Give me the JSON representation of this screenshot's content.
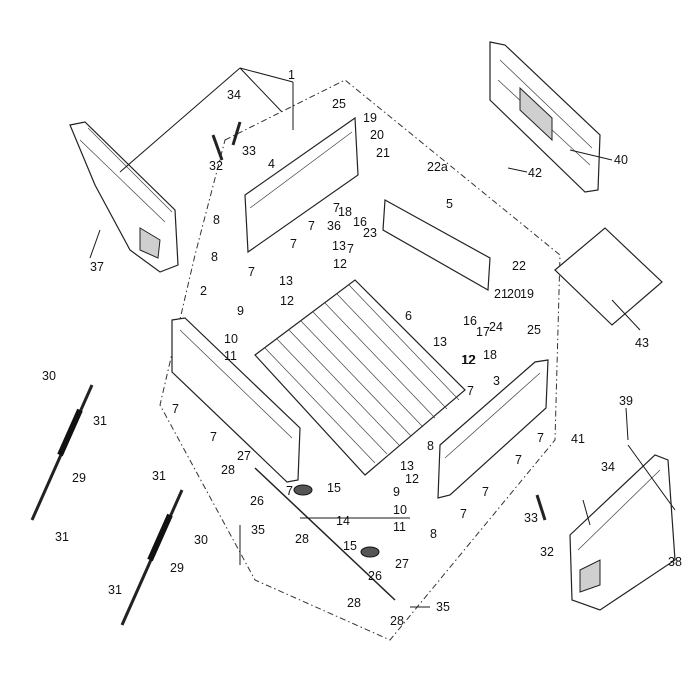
{
  "diagram": {
    "callouts": [
      {
        "id": "c1",
        "text": "1"
      },
      {
        "id": "c2",
        "text": "2"
      },
      {
        "id": "c3",
        "text": "3"
      },
      {
        "id": "c4",
        "text": "4"
      },
      {
        "id": "c5",
        "text": "5"
      },
      {
        "id": "c6",
        "text": "6"
      },
      {
        "id": "c7a",
        "text": "7"
      },
      {
        "id": "c7b",
        "text": "7"
      },
      {
        "id": "c7c",
        "text": "7"
      },
      {
        "id": "c7d",
        "text": "7"
      },
      {
        "id": "c7e",
        "text": "7"
      },
      {
        "id": "c7f",
        "text": "7"
      },
      {
        "id": "c7g",
        "text": "7"
      },
      {
        "id": "c7h",
        "text": "7"
      },
      {
        "id": "c7i",
        "text": "7"
      },
      {
        "id": "c7j",
        "text": "7"
      },
      {
        "id": "c7k",
        "text": "7"
      },
      {
        "id": "c7l",
        "text": "7"
      },
      {
        "id": "c7m",
        "text": "7"
      },
      {
        "id": "c8a",
        "text": "8"
      },
      {
        "id": "c8b",
        "text": "8"
      },
      {
        "id": "c8c",
        "text": "8"
      },
      {
        "id": "c8d",
        "text": "8"
      },
      {
        "id": "c9a",
        "text": "9"
      },
      {
        "id": "c9b",
        "text": "9"
      },
      {
        "id": "c10a",
        "text": "10"
      },
      {
        "id": "c10b",
        "text": "10"
      },
      {
        "id": "c11a",
        "text": "11"
      },
      {
        "id": "c11b",
        "text": "11"
      },
      {
        "id": "c12a",
        "text": "12"
      },
      {
        "id": "c12b",
        "text": "12"
      },
      {
        "id": "c12c",
        "text": "12"
      },
      {
        "id": "c12d",
        "text": "12"
      },
      {
        "id": "c12e",
        "text": "12"
      },
      {
        "id": "c13a",
        "text": "13"
      },
      {
        "id": "c13b",
        "text": "13"
      },
      {
        "id": "c13c",
        "text": "13"
      },
      {
        "id": "c13d",
        "text": "13"
      },
      {
        "id": "c14",
        "text": "14"
      },
      {
        "id": "c15a",
        "text": "15"
      },
      {
        "id": "c15b",
        "text": "15"
      },
      {
        "id": "c16a",
        "text": "16"
      },
      {
        "id": "c16b",
        "text": "16"
      },
      {
        "id": "c17",
        "text": "17"
      },
      {
        "id": "c18a",
        "text": "18"
      },
      {
        "id": "c18b",
        "text": "18"
      },
      {
        "id": "c19a",
        "text": "19"
      },
      {
        "id": "c19b",
        "text": "19"
      },
      {
        "id": "c20a",
        "text": "20"
      },
      {
        "id": "c20b",
        "text": "20"
      },
      {
        "id": "c21a",
        "text": "21"
      },
      {
        "id": "c21b",
        "text": "21"
      },
      {
        "id": "c22",
        "text": "22"
      },
      {
        "id": "c22a",
        "text": "22a"
      },
      {
        "id": "c23",
        "text": "23"
      },
      {
        "id": "c24",
        "text": "24"
      },
      {
        "id": "c25a",
        "text": "25"
      },
      {
        "id": "c25b",
        "text": "25"
      },
      {
        "id": "c26a",
        "text": "26"
      },
      {
        "id": "c26b",
        "text": "26"
      },
      {
        "id": "c27a",
        "text": "27"
      },
      {
        "id": "c27b",
        "text": "27"
      },
      {
        "id": "c28a",
        "text": "28"
      },
      {
        "id": "c28b",
        "text": "28"
      },
      {
        "id": "c28c",
        "text": "28"
      },
      {
        "id": "c28d",
        "text": "28"
      },
      {
        "id": "c29a",
        "text": "29"
      },
      {
        "id": "c29b",
        "text": "29"
      },
      {
        "id": "c30a",
        "text": "30"
      },
      {
        "id": "c30b",
        "text": "30"
      },
      {
        "id": "c31a",
        "text": "31"
      },
      {
        "id": "c31b",
        "text": "31"
      },
      {
        "id": "c31c",
        "text": "31"
      },
      {
        "id": "c31d",
        "text": "31"
      },
      {
        "id": "c32a",
        "text": "32"
      },
      {
        "id": "c32b",
        "text": "32"
      },
      {
        "id": "c33a",
        "text": "33"
      },
      {
        "id": "c33b",
        "text": "33"
      },
      {
        "id": "c34a",
        "text": "34"
      },
      {
        "id": "c34b",
        "text": "34"
      },
      {
        "id": "c35a",
        "text": "35"
      },
      {
        "id": "c35b",
        "text": "35"
      },
      {
        "id": "c36",
        "text": "36"
      },
      {
        "id": "c37",
        "text": "37"
      },
      {
        "id": "c38",
        "text": "38"
      },
      {
        "id": "c39",
        "text": "39"
      },
      {
        "id": "c40",
        "text": "40"
      },
      {
        "id": "c41",
        "text": "41"
      },
      {
        "id": "c42",
        "text": "42"
      },
      {
        "id": "c43",
        "text": "43"
      }
    ]
  }
}
